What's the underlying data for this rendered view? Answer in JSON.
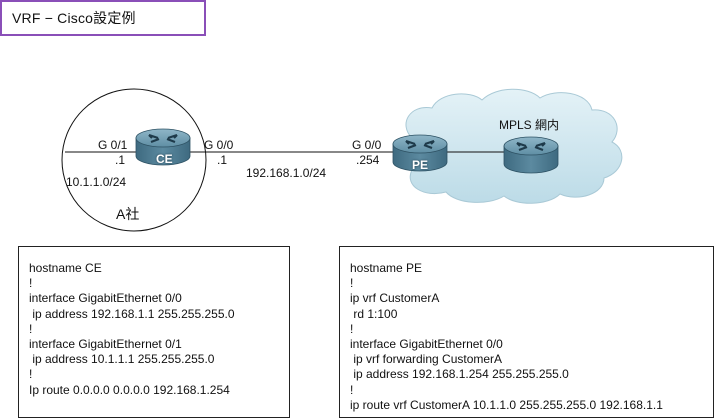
{
  "title": "VRF − Cisco設定例",
  "colors": {
    "title_border": "#8a4fb8",
    "router_body": "#4f7f96",
    "cloud_fill": "#cfe6ef",
    "cloud_stroke": "#9fbfcd"
  },
  "icons": [
    "router-icon",
    "cloud-icon"
  ],
  "diagram": {
    "ce": {
      "name": "CE",
      "left_if": "G 0/1",
      "left_ip": ".1",
      "right_if": "G 0/0",
      "right_ip": ".1",
      "lan": "10.1.1.0/24",
      "site": "A社"
    },
    "pe": {
      "name": "PE",
      "if": "G 0/0",
      "ip": ".254"
    },
    "link_subnet": "192.168.1.0/24",
    "cloud_label": "MPLS 網内"
  },
  "configs": {
    "ce": [
      "hostname CE",
      "!",
      "interface GigabitEthernet 0/0",
      " ip address 192.168.1.1 255.255.255.0",
      "!",
      "interface GigabitEthernet 0/1",
      " ip address 10.1.1.1 255.255.255.0",
      "!",
      "Ip route 0.0.0.0 0.0.0.0 192.168.1.254"
    ],
    "pe": [
      "hostname PE",
      "!",
      "ip vrf CustomerA",
      " rd 1:100",
      "!",
      "interface GigabitEthernet 0/0",
      " ip vrf forwarding CustomerA",
      " ip address 192.168.1.254 255.255.255.0",
      "!",
      "ip route vrf CustomerA 10.1.1.0 255.255.255.0 192.168.1.1"
    ]
  }
}
